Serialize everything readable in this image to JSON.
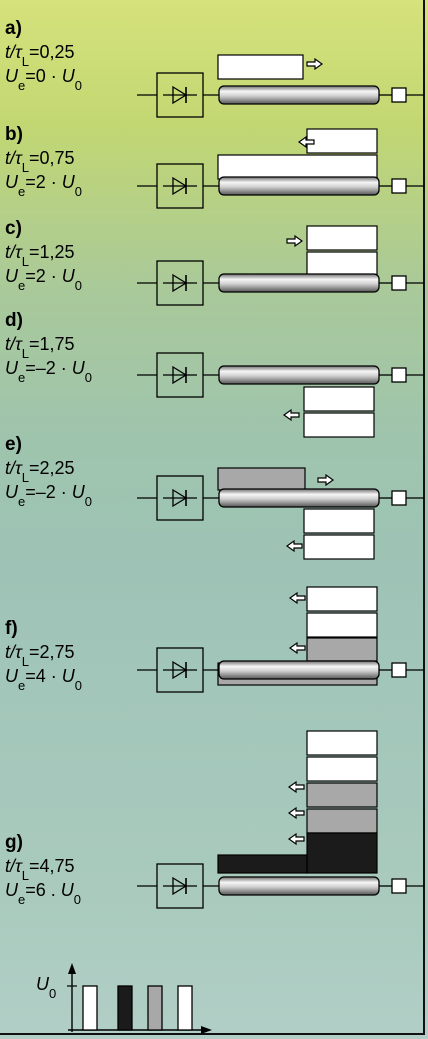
{
  "colors": {
    "background_top": "#d6e27c",
    "background_bottom": "#a9cabd",
    "cell_white": "#ffffff",
    "cell_grey": "#a8a8a8",
    "cell_black": "#1b1b1b",
    "line": "#000000"
  },
  "stages": [
    {
      "letter": "a)",
      "t_value": "0,25",
      "u_value": "0 · U"
    },
    {
      "letter": "b)",
      "t_value": "0,75",
      "u_value": "2 · U"
    },
    {
      "letter": "c)",
      "t_value": "1,25",
      "u_value": "2 · U"
    },
    {
      "letter": "d)",
      "t_value": "1,75",
      "u_value": "–2 · U"
    },
    {
      "letter": "e)",
      "t_value": "2,25",
      "u_value": "–2 · U"
    },
    {
      "letter": "f)",
      "t_value": "2,75",
      "u_value": "4 · U"
    },
    {
      "letter": "g)",
      "t_value": "4,75",
      "u_value": "6 . U"
    }
  ],
  "label_parts": {
    "t": "t/τ",
    "t_sub": "L",
    "eq": "=",
    "u": "U",
    "u_sub": "e",
    "u0_sub": "0"
  },
  "icons": {
    "diode": "diode-symbol-icon",
    "terminal": "line-terminal-icon",
    "arrow": "hollow-arrow-icon"
  },
  "legend": {
    "axis_label": "U",
    "axis_sub": "0",
    "pulses": [
      "white",
      "black",
      "grey",
      "white"
    ]
  }
}
